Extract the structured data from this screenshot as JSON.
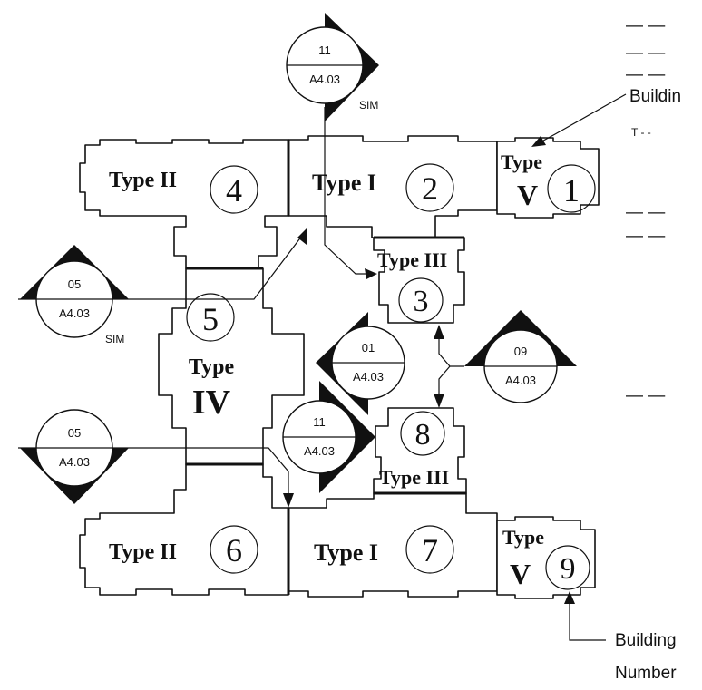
{
  "legend_lines": [
    "— —",
    "— —",
    "— —",
    "— —",
    "— —",
    "— —"
  ],
  "buildings": [
    {
      "type": "Type II",
      "number": "4"
    },
    {
      "type": "Type I",
      "number": "2"
    },
    {
      "type": "Type",
      "type2": "V",
      "number": "1"
    },
    {
      "type": "Type III",
      "number": "3"
    },
    {
      "type": "Type",
      "type2": "IV",
      "number": "5"
    },
    {
      "type": "Type III",
      "number": "8"
    },
    {
      "type": "Type II",
      "number": "6"
    },
    {
      "type": "Type I",
      "number": "7"
    },
    {
      "type": "Type",
      "type2": "V",
      "number": "9"
    }
  ],
  "section_markers": [
    {
      "detail": "11",
      "sheet": "A4.03",
      "note": "SIM"
    },
    {
      "detail": "05",
      "sheet": "A4.03",
      "note": "SIM"
    },
    {
      "detail": "01",
      "sheet": "A4.03",
      "note": ""
    },
    {
      "detail": "09",
      "sheet": "A4.03",
      "note": ""
    },
    {
      "detail": "11",
      "sheet": "A4.03",
      "note": ""
    },
    {
      "detail": "05",
      "sheet": "A4.03",
      "note": ""
    }
  ],
  "callouts": {
    "top": "Buildin",
    "top_sub": "T  - -",
    "bottom_line1": "Building",
    "bottom_line2": "Number"
  }
}
